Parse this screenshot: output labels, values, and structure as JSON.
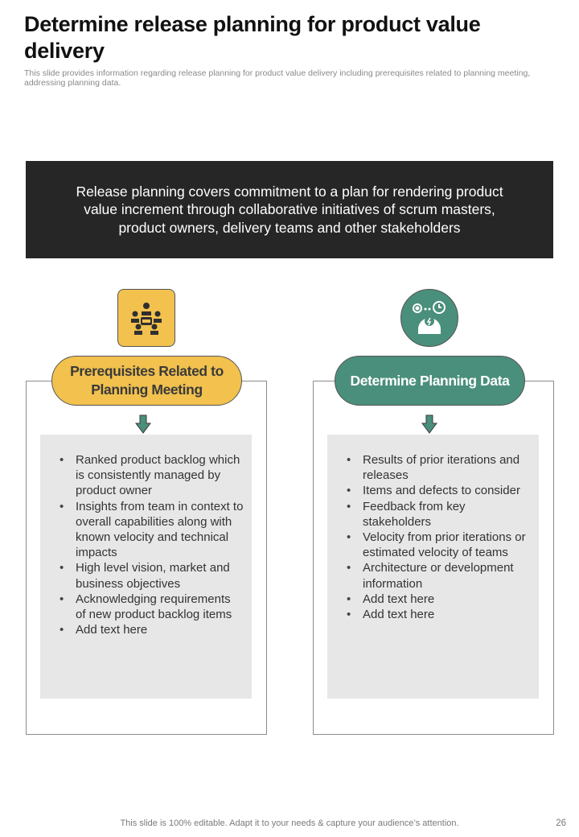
{
  "header": {
    "title": "Determine release planning for product value delivery",
    "subtitle": "This slide provides information regarding release planning for product value delivery including prerequisites related to planning meeting, addressing planning data."
  },
  "banner": {
    "text": "Release planning covers commitment to a plan for rendering product value increment through collaborative initiatives of scrum masters, product owners, delivery teams and other stakeholders"
  },
  "left_column": {
    "icon": "team-meeting-icon",
    "heading": "Prerequisites Related to Planning Meeting",
    "items": [
      "Ranked product backlog which is consistently managed by product owner",
      "Insights from team in context to overall capabilities along with known velocity and technical impacts",
      "High level vision, market and business objectives",
      "Acknowledging requirements of new product backlog items",
      "Add text here"
    ]
  },
  "right_column": {
    "icon": "data-analysis-icon",
    "heading": "Determine Planning Data",
    "items": [
      "Results of prior iterations and releases",
      "Items and defects to consider",
      "Feedback from key stakeholders",
      "Velocity from prior iterations or estimated velocity of teams",
      "Architecture or development information",
      "Add text here",
      "Add text here"
    ]
  },
  "footer": {
    "text": "This slide is 100% editable. Adapt it to your needs & capture your audience’s attention.",
    "page_number": "26"
  },
  "colors": {
    "accent_yellow": "#f2c14e",
    "accent_green": "#4a8f7b",
    "banner_bg": "#262626",
    "list_bg": "#e7e7e7"
  }
}
